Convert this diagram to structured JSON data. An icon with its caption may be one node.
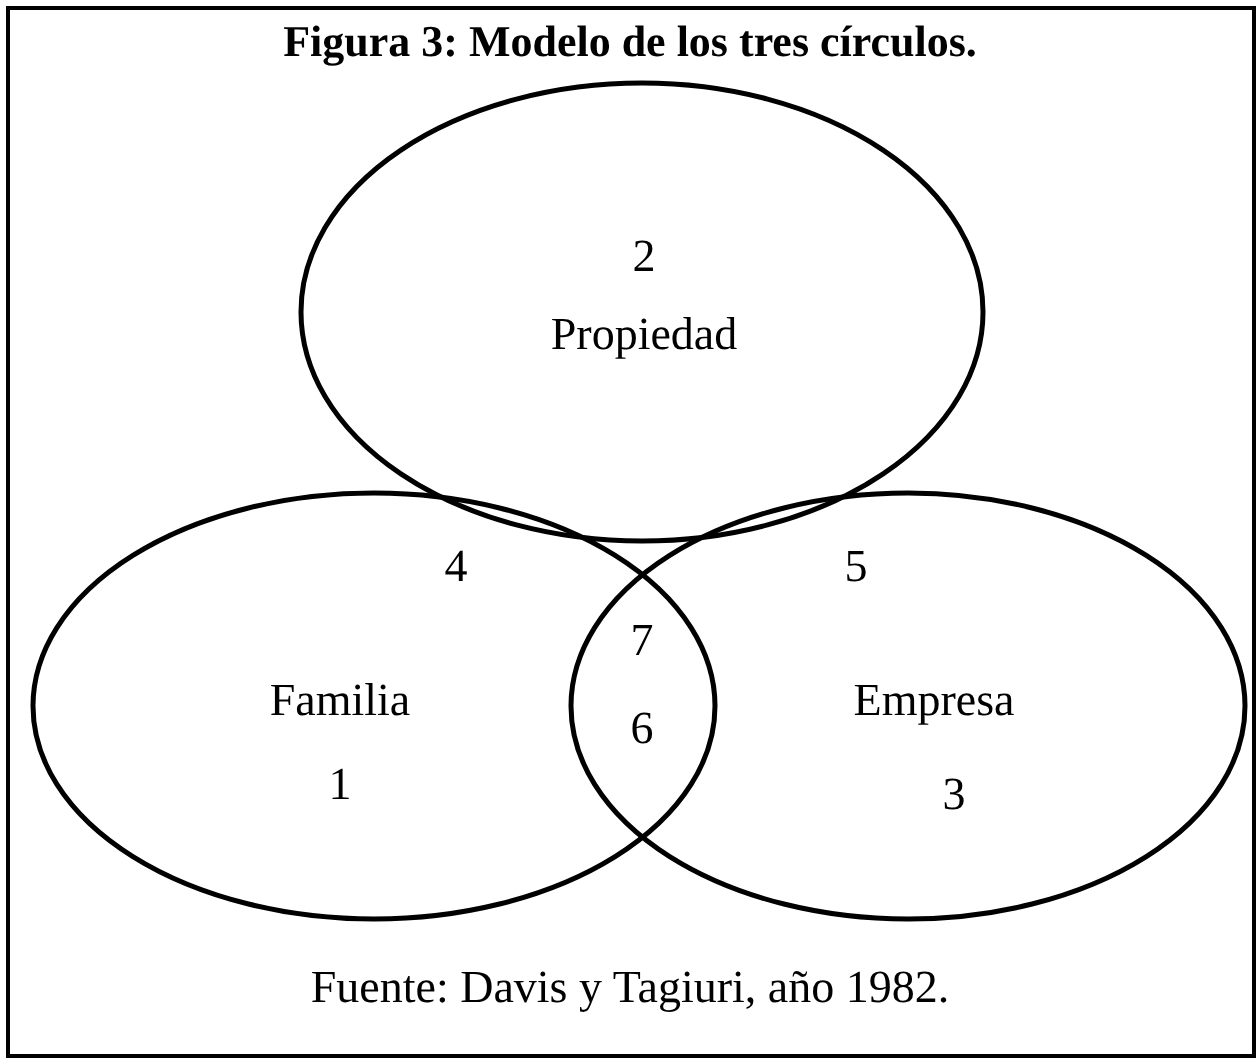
{
  "diagram": {
    "title": "Figura 3: Modelo de los tres círculos.",
    "caption": "Fuente: Davis y Tagiuri, año 1982.",
    "nodes": [
      {
        "text": [
          "2",
          "Propiedad"
        ]
      },
      {
        "text": [
          "Familia",
          "1"
        ]
      },
      {
        "text": [
          "Empresa",
          "3"
        ]
      }
    ],
    "edges": [],
    "labels": [
      "4",
      "5",
      "7",
      "6"
    ]
  }
}
